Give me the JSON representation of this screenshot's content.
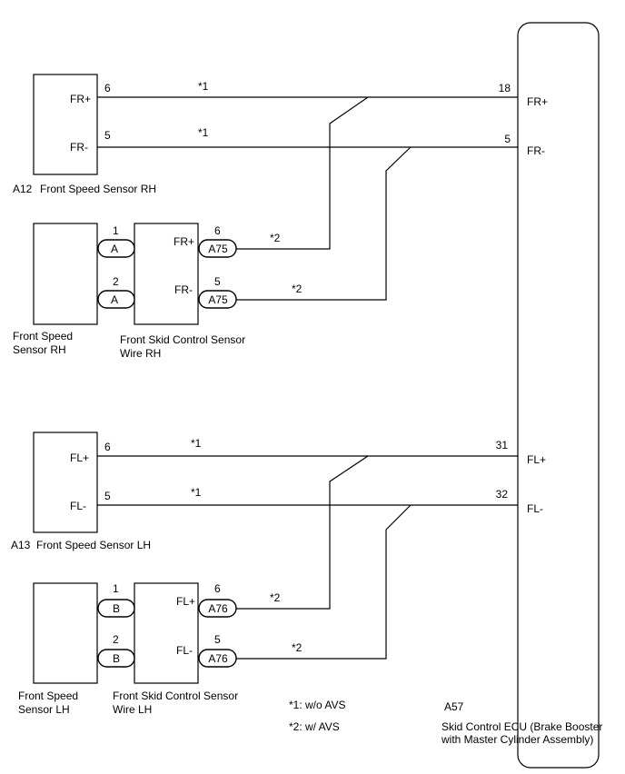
{
  "ecu": {
    "code": "A57",
    "name_line1": "Skid Control ECU (Brake Booster",
    "name_line2": "with Master Cylinder Assembly)",
    "pins": {
      "fr_plus": "18",
      "fr_minus": "5",
      "fl_plus": "31",
      "fl_minus": "32"
    },
    "terms": {
      "fr_plus": "FR+",
      "fr_minus": "FR-",
      "fl_plus": "FL+",
      "fl_minus": "FL-"
    }
  },
  "rh_sensor": {
    "code": "A12",
    "name": "Front Speed Sensor RH",
    "terms": {
      "plus": "FR+",
      "minus": "FR-"
    },
    "pins": {
      "plus": "6",
      "minus": "5"
    }
  },
  "lh_sensor": {
    "code": "A13",
    "name": "Front Speed Sensor LH",
    "terms": {
      "plus": "FL+",
      "minus": "FL-"
    },
    "pins": {
      "plus": "6",
      "minus": "5"
    }
  },
  "rh_avs": {
    "sensor_line1": "Front Speed",
    "sensor_line2": "Sensor RH",
    "wire_line1": "Front Skid Control Sensor",
    "wire_line2": "Wire RH",
    "conn_left": "A",
    "conn_right": "A75",
    "left_pins": {
      "top": "1",
      "bottom": "2"
    },
    "right_pins": {
      "top": "6",
      "bottom": "5"
    },
    "terms": {
      "top": "FR+",
      "bottom": "FR-"
    }
  },
  "lh_avs": {
    "sensor_line1": "Front Speed",
    "sensor_line2": "Sensor LH",
    "wire_line1": "Front Skid Control Sensor",
    "wire_line2": "Wire LH",
    "conn_left": "B",
    "conn_right": "A76",
    "left_pins": {
      "top": "1",
      "bottom": "2"
    },
    "right_pins": {
      "top": "6",
      "bottom": "5"
    },
    "terms": {
      "top": "FL+",
      "bottom": "FL-"
    }
  },
  "wire_marks": {
    "without_avs": "*1",
    "with_avs": "*2"
  },
  "notes": {
    "note1": "*1: w/o AVS",
    "note2": "*2: w/ AVS"
  }
}
